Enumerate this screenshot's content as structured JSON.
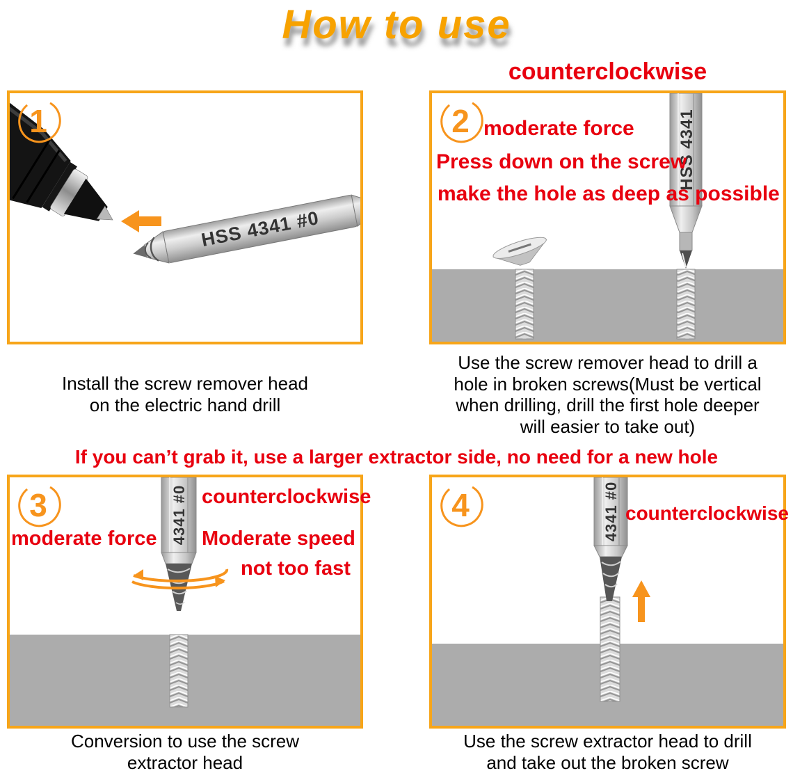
{
  "title": "How to use",
  "top_note": "counterclockwise",
  "middle_note": "If you can’t grab it, use a larger extractor side, no need for a new hole",
  "colors": {
    "accent_orange": "#F7A519",
    "number_orange": "#F7941D",
    "note_red": "#E8000F",
    "material_gray": "#ACACAC",
    "title_orange": "#F7A200"
  },
  "panel1": {
    "number": "1",
    "bit_label": "HSS 4341 #0",
    "caption": "Install the screw remover head\non the electric hand drill"
  },
  "panel2": {
    "number": "2",
    "bit_label": "HSS 4341",
    "note1": "moderate force",
    "note2": "Press down on the screw",
    "note3": "make the hole as deep as possible",
    "caption": "Use the screw remover head to drill a\nhole in broken screws(Must be vertical\nwhen drilling, drill the first hole deeper\nwill easier to take out)"
  },
  "panel3": {
    "number": "3",
    "bit_label": "4341 #0",
    "note1": "counterclockwise",
    "note2": "moderate force",
    "note3": "Moderate speed",
    "note4": "not too fast",
    "caption": "Conversion to use the screw\nextractor head"
  },
  "panel4": {
    "number": "4",
    "bit_label": "4341 #0",
    "note1": "counterclockwise",
    "caption": "Use the screw extractor head to drill\nand take out the broken screw"
  }
}
